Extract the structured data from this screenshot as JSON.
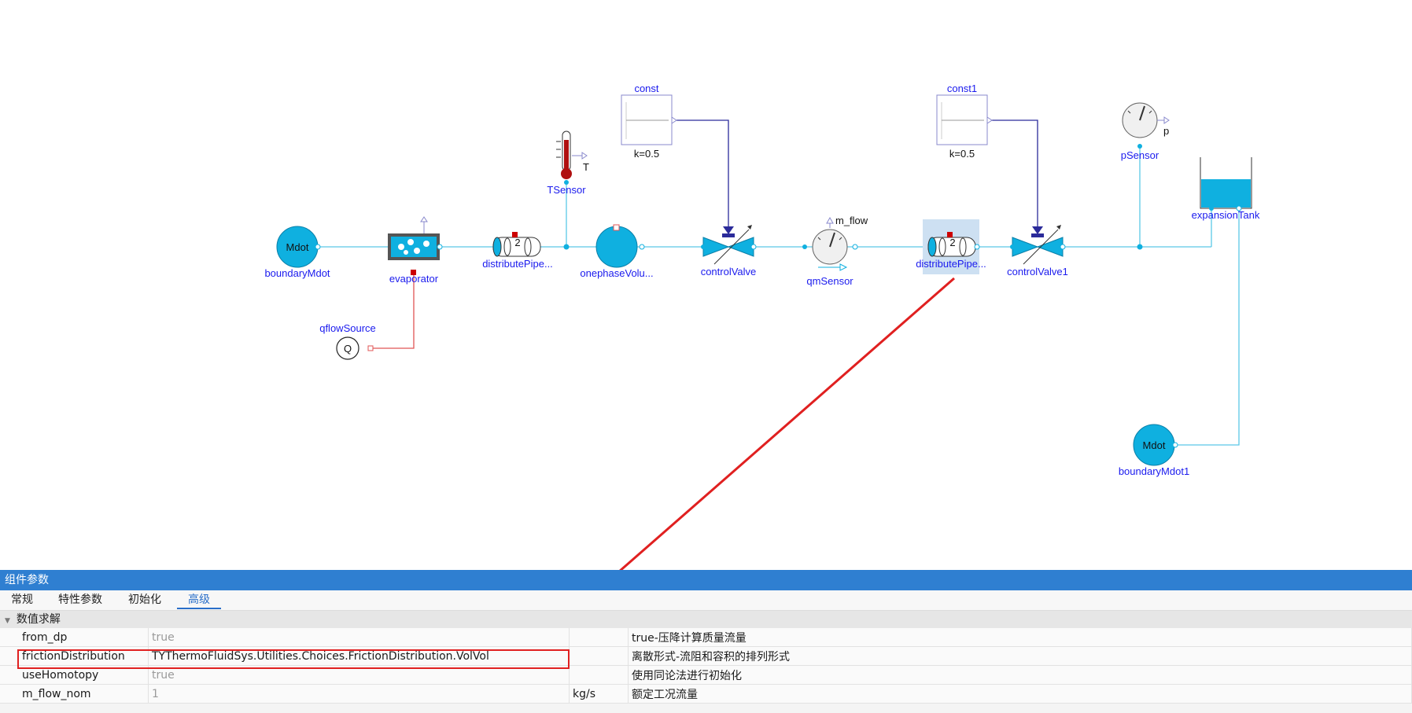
{
  "diagram": {
    "components": {
      "boundaryMdot": {
        "label": "boundaryMdot",
        "text": "Mdot"
      },
      "evaporator": {
        "label": "evaporator"
      },
      "qflowSource": {
        "label": "qflowSource",
        "text": "Q"
      },
      "distributePipe1": {
        "label": "distributePipe..."
      },
      "tSensor": {
        "label": "TSensor",
        "port": "T"
      },
      "onephaseVolume": {
        "label": "onephaseVolu..."
      },
      "const": {
        "label": "const",
        "param": "k=0.5"
      },
      "controlValve": {
        "label": "controlValve"
      },
      "qmSensor": {
        "label": "qmSensor",
        "port": "m_flow"
      },
      "distributePipe2": {
        "label": "distributePipe..."
      },
      "const1": {
        "label": "const1",
        "param": "k=0.5"
      },
      "controlValve1": {
        "label": "controlValve1"
      },
      "pSensor": {
        "label": "pSensor",
        "port": "p"
      },
      "expansionTank": {
        "label": "expansionTank"
      },
      "boundaryMdot1": {
        "label": "boundaryMdot1",
        "text": "Mdot"
      }
    },
    "pipe_number": "2"
  },
  "panel": {
    "title": "组件参数",
    "tabs": [
      "常规",
      "特性参数",
      "初始化",
      "高级"
    ],
    "active_tab": "高级",
    "group": "数值求解",
    "rows": [
      {
        "name": "from_dp",
        "value": "true",
        "unit": "",
        "desc": "true-压降计算质量流量"
      },
      {
        "name": "frictionDistribution",
        "value": "TYThermoFluidSys.Utilities.Choices.FrictionDistribution.VolVol",
        "unit": "",
        "desc": "离散形式-流阻和容积的排列形式"
      },
      {
        "name": "useHomotopy",
        "value": "true",
        "unit": "",
        "desc": "使用同论法进行初始化"
      },
      {
        "name": "m_flow_nom",
        "value": "1",
        "unit": "kg/s",
        "desc": "额定工况流量"
      }
    ]
  },
  "colors": {
    "component_fill": "#0fb0e0",
    "wire": "#5ac8e6",
    "signal": "#2b2b9a",
    "label": "#1a1aee",
    "header": "#2f7fd1",
    "annotation": "#e02020"
  }
}
